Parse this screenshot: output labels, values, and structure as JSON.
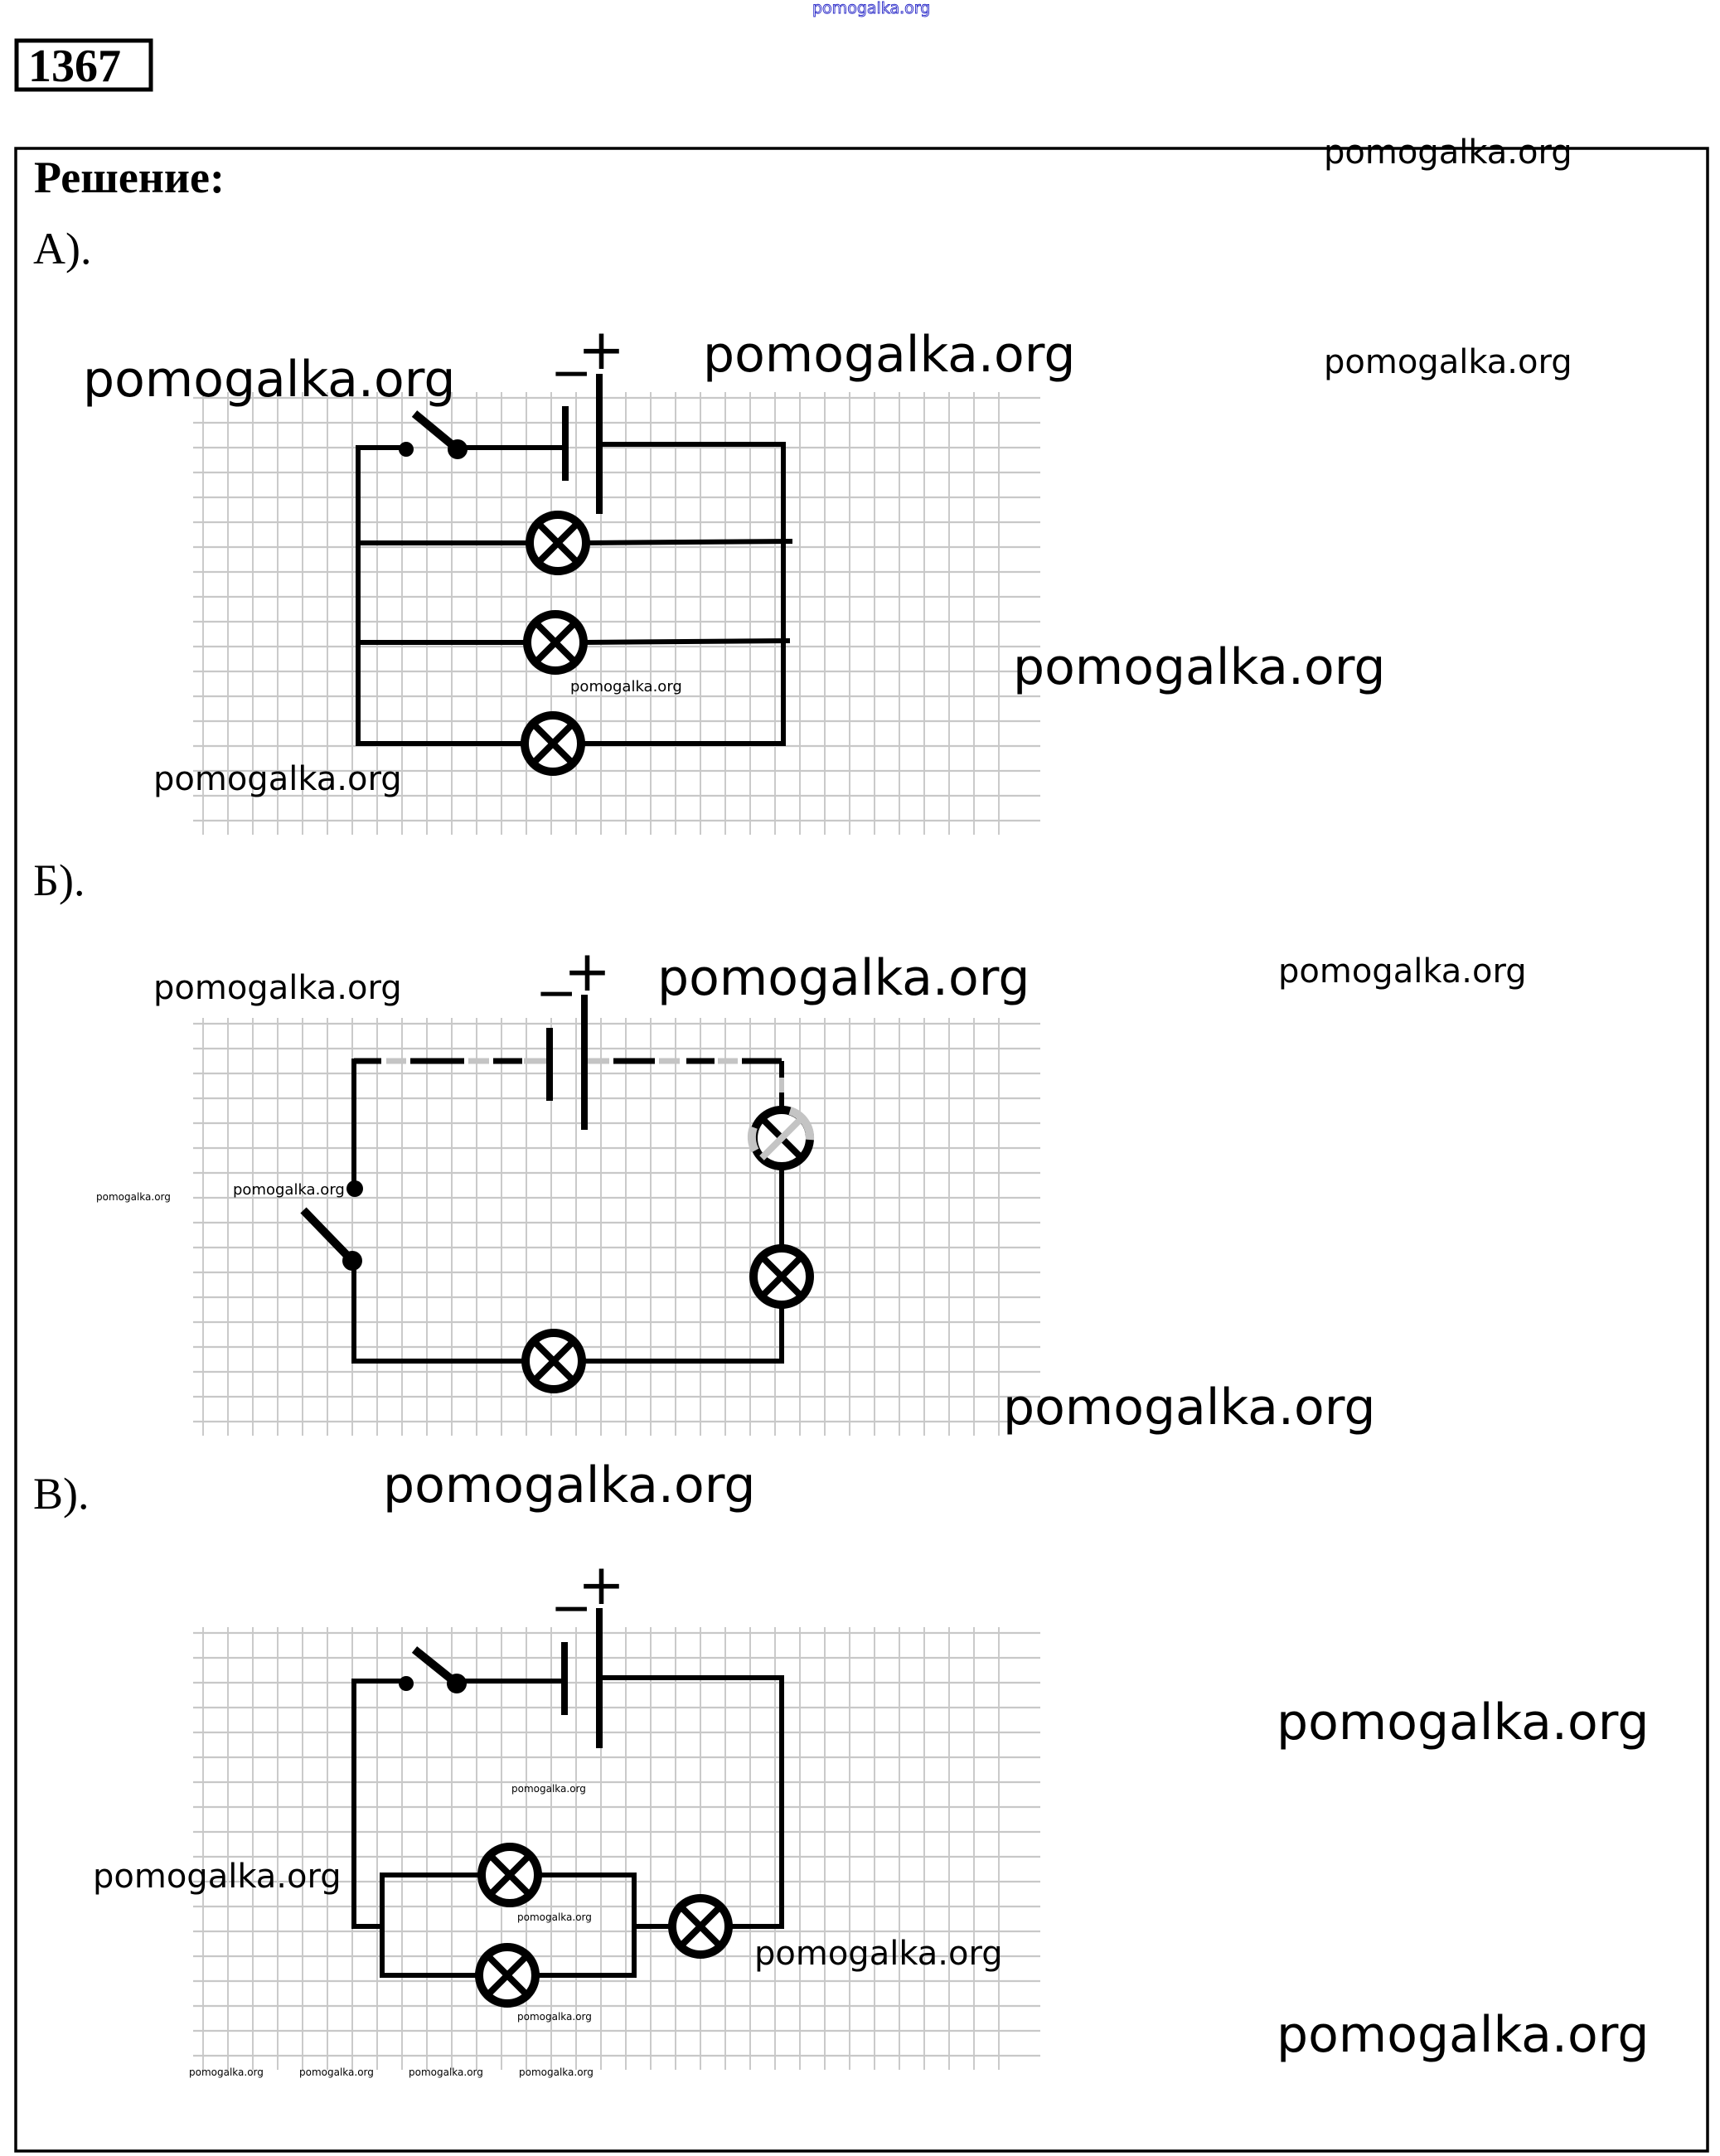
{
  "header": {
    "task_number": "1367",
    "top_watermark": "pomogalka.org"
  },
  "solution": {
    "title": "Решение:",
    "parts": [
      {
        "label": "А).",
        "description": "Three lamps connected in parallel with a battery and a switch",
        "battery_signs": {
          "minus": "−",
          "plus": "+"
        },
        "components": [
          "switch",
          "battery",
          "lamp",
          "lamp",
          "lamp"
        ],
        "connection": "parallel"
      },
      {
        "label": "Б).",
        "description": "Three lamps connected in series with a battery and a switch",
        "battery_signs": {
          "minus": "−",
          "plus": "+"
        },
        "components": [
          "battery",
          "lamp",
          "lamp",
          "lamp",
          "switch"
        ],
        "connection": "series"
      },
      {
        "label": "В).",
        "description": "Two parallel lamps in series with a third lamp, battery and switch",
        "battery_signs": {
          "minus": "−",
          "plus": "+"
        },
        "components": [
          "switch",
          "battery",
          "lamp",
          "lamp",
          "lamp"
        ],
        "connection": "mixed"
      }
    ]
  },
  "watermarks": {
    "text": "pomogalka.org",
    "items": [
      "pomogalka.org",
      "pomogalka.org",
      "pomogalka.org",
      "pomogalka.org",
      "pomogalka.org",
      "pomogalka.org",
      "pomogalka.org",
      "pomogalka.org",
      "pomogalka.org",
      "pomogalka.org",
      "pomogalka.org",
      "pomogalka.org",
      "pomogalka.org",
      "pomogalka.org",
      "pomogalka.org",
      "pomogalka.org",
      "pomogalka.org",
      "pomogalka.org",
      "pomogalka.org",
      "pomogalka.org",
      "pomogalka.org",
      "pomogalka.org",
      "pomogalka.org"
    ]
  },
  "colors": {
    "ink": "#000000",
    "grid": "#c0c0c0",
    "top_watermark": "#2a2ac8",
    "dashed_gray": "#c4c4c4"
  }
}
